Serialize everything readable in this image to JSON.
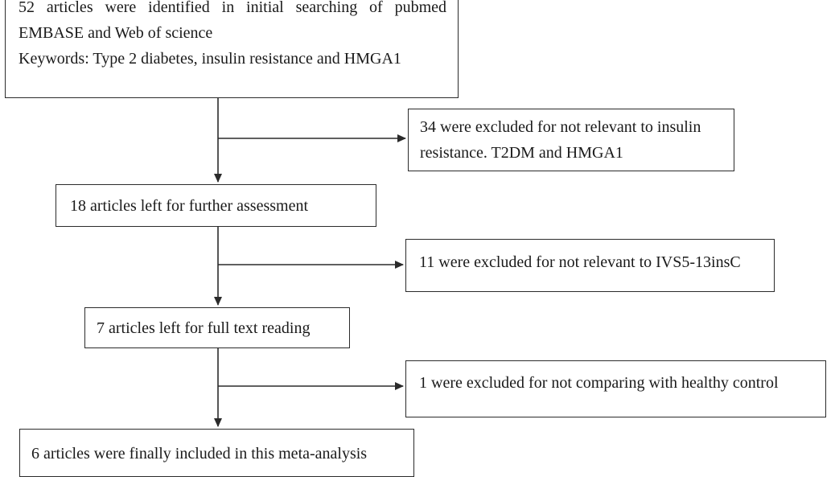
{
  "diagram": {
    "title": "",
    "boxes": {
      "identified": {
        "lines": [
          "52 articles were identified in initial searching of pubmed",
          "EMBASE and Web of science",
          "Keywords: Type 2 diabetes, insulin resistance and HMGA1"
        ]
      },
      "excluded_1": {
        "lines": [
          "34 were excluded for not relevant to insulin",
          "resistance. T2DM and HMGA1"
        ]
      },
      "assessment": {
        "lines": [
          "18 articles left for further assessment"
        ]
      },
      "excluded_2": {
        "lines": [
          "11 were excluded for not relevant to IVS5-13insC"
        ]
      },
      "full_text": {
        "lines": [
          "7 articles left for full text reading"
        ]
      },
      "excluded_3": {
        "lines": [
          "1 were excluded for not comparing with healthy control"
        ]
      },
      "included": {
        "lines": [
          "6 articles were finally included in this meta-analysis"
        ]
      }
    },
    "colors": {
      "line": "#2b2b2b",
      "text": "#1a1a1a",
      "background": "#ffffff"
    }
  }
}
